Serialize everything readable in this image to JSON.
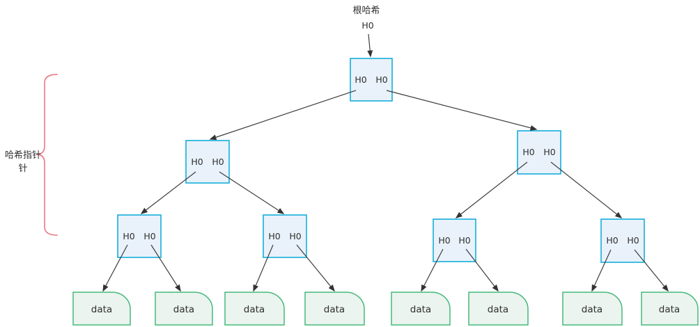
{
  "diagram": {
    "type": "merkle-tree",
    "root_title": "根哈希",
    "root_hash": "H0",
    "brace_label": {
      "line1": "哈希指针",
      "line2": "针"
    },
    "hash_nodes": [
      {
        "id": "root",
        "left_hash": "H0",
        "right_hash": "H0"
      },
      {
        "id": "level2-left",
        "left_hash": "H0",
        "right_hash": "H0"
      },
      {
        "id": "level2-right",
        "left_hash": "H0",
        "right_hash": "H0"
      },
      {
        "id": "level3-a",
        "left_hash": "H0",
        "right_hash": "H0"
      },
      {
        "id": "level3-b",
        "left_hash": "H0",
        "right_hash": "H0"
      },
      {
        "id": "level3-c",
        "left_hash": "H0",
        "right_hash": "H0"
      },
      {
        "id": "level3-d",
        "left_hash": "H0",
        "right_hash": "H0"
      }
    ],
    "leaf_nodes": [
      {
        "label": "data"
      },
      {
        "label": "data"
      },
      {
        "label": "data"
      },
      {
        "label": "data"
      },
      {
        "label": "data"
      },
      {
        "label": "data"
      },
      {
        "label": "data"
      },
      {
        "label": "data"
      }
    ],
    "colors": {
      "hash_node_border": "#15addb",
      "hash_node_fill": "#e9f2fa",
      "leaf_node_border": "#45b97c",
      "leaf_node_fill": "#ebf4ee",
      "brace": "#e8818c",
      "edge": "#3c3c3c",
      "text": "#2f2f2f"
    }
  }
}
